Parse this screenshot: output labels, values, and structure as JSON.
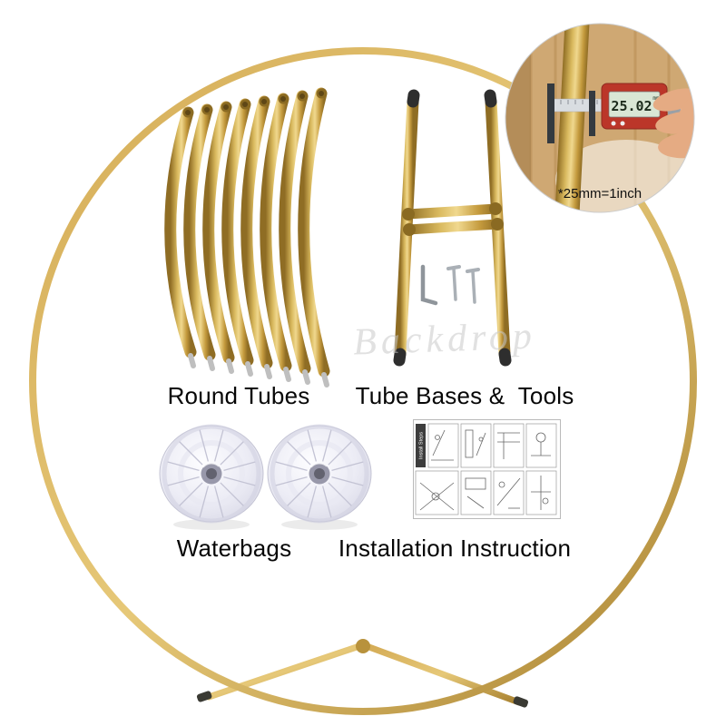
{
  "labels": {
    "round_tubes": "Round Tubes",
    "tube_bases_tools": "Tube Bases &  Tools",
    "waterbags": "Waterbags",
    "installation_instruction": "Installation Instruction"
  },
  "inset": {
    "caption": "*25mm=1inch",
    "caliper_reading": "25.02",
    "caliper_unit": "mm"
  },
  "instruction_sheet": {
    "side_label": "Install Steps"
  },
  "watermark": "Backdrop",
  "colors": {
    "gold": "#c9a24b",
    "gold_light": "#ecd07f",
    "gold_dark": "#8f6d24",
    "caliper_red": "#bb3629",
    "lcd_green": "#d9e6d5",
    "background": "#ffffff"
  }
}
